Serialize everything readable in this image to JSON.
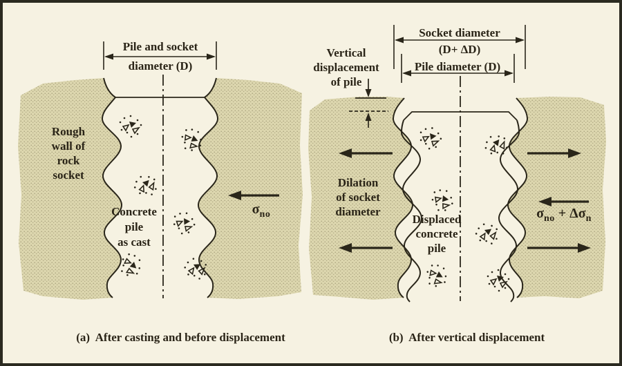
{
  "figure": {
    "panel_a": {
      "dimension": {
        "line1": "Pile and socket",
        "line2": "diameter (D)"
      },
      "rock_wall_label": [
        "Rough",
        "wall of",
        "rock",
        "socket"
      ],
      "pile_label": [
        "Concrete",
        "pile",
        "as cast"
      ],
      "stress": {
        "sigma": "σ",
        "sub": "no"
      },
      "caption": "(a)  After casting and before displacement"
    },
    "panel_b": {
      "socket_dim": {
        "line1": "Socket diameter",
        "line2": "(D+ ΔD)"
      },
      "pile_dim": "Pile diameter (D)",
      "vertical_disp_label": [
        "Vertical",
        "displacement",
        "of pile"
      ],
      "dilation_label": [
        "Dilation",
        "of socket",
        "diameter"
      ],
      "pile_label": [
        "Displaced",
        "concrete",
        "pile"
      ],
      "stress": {
        "sigma1": "σ",
        "sub1": "no",
        "plus": " + Δ",
        "sigma2": "σ",
        "sub2": "n"
      },
      "caption": "(b)  After vertical displacement"
    },
    "colors": {
      "background": "#f6f2e2",
      "rock_fill": "#dcd6ae",
      "rock_dot": "#958e6a",
      "ink": "#2a261a",
      "frame": "#2b2a20"
    }
  }
}
